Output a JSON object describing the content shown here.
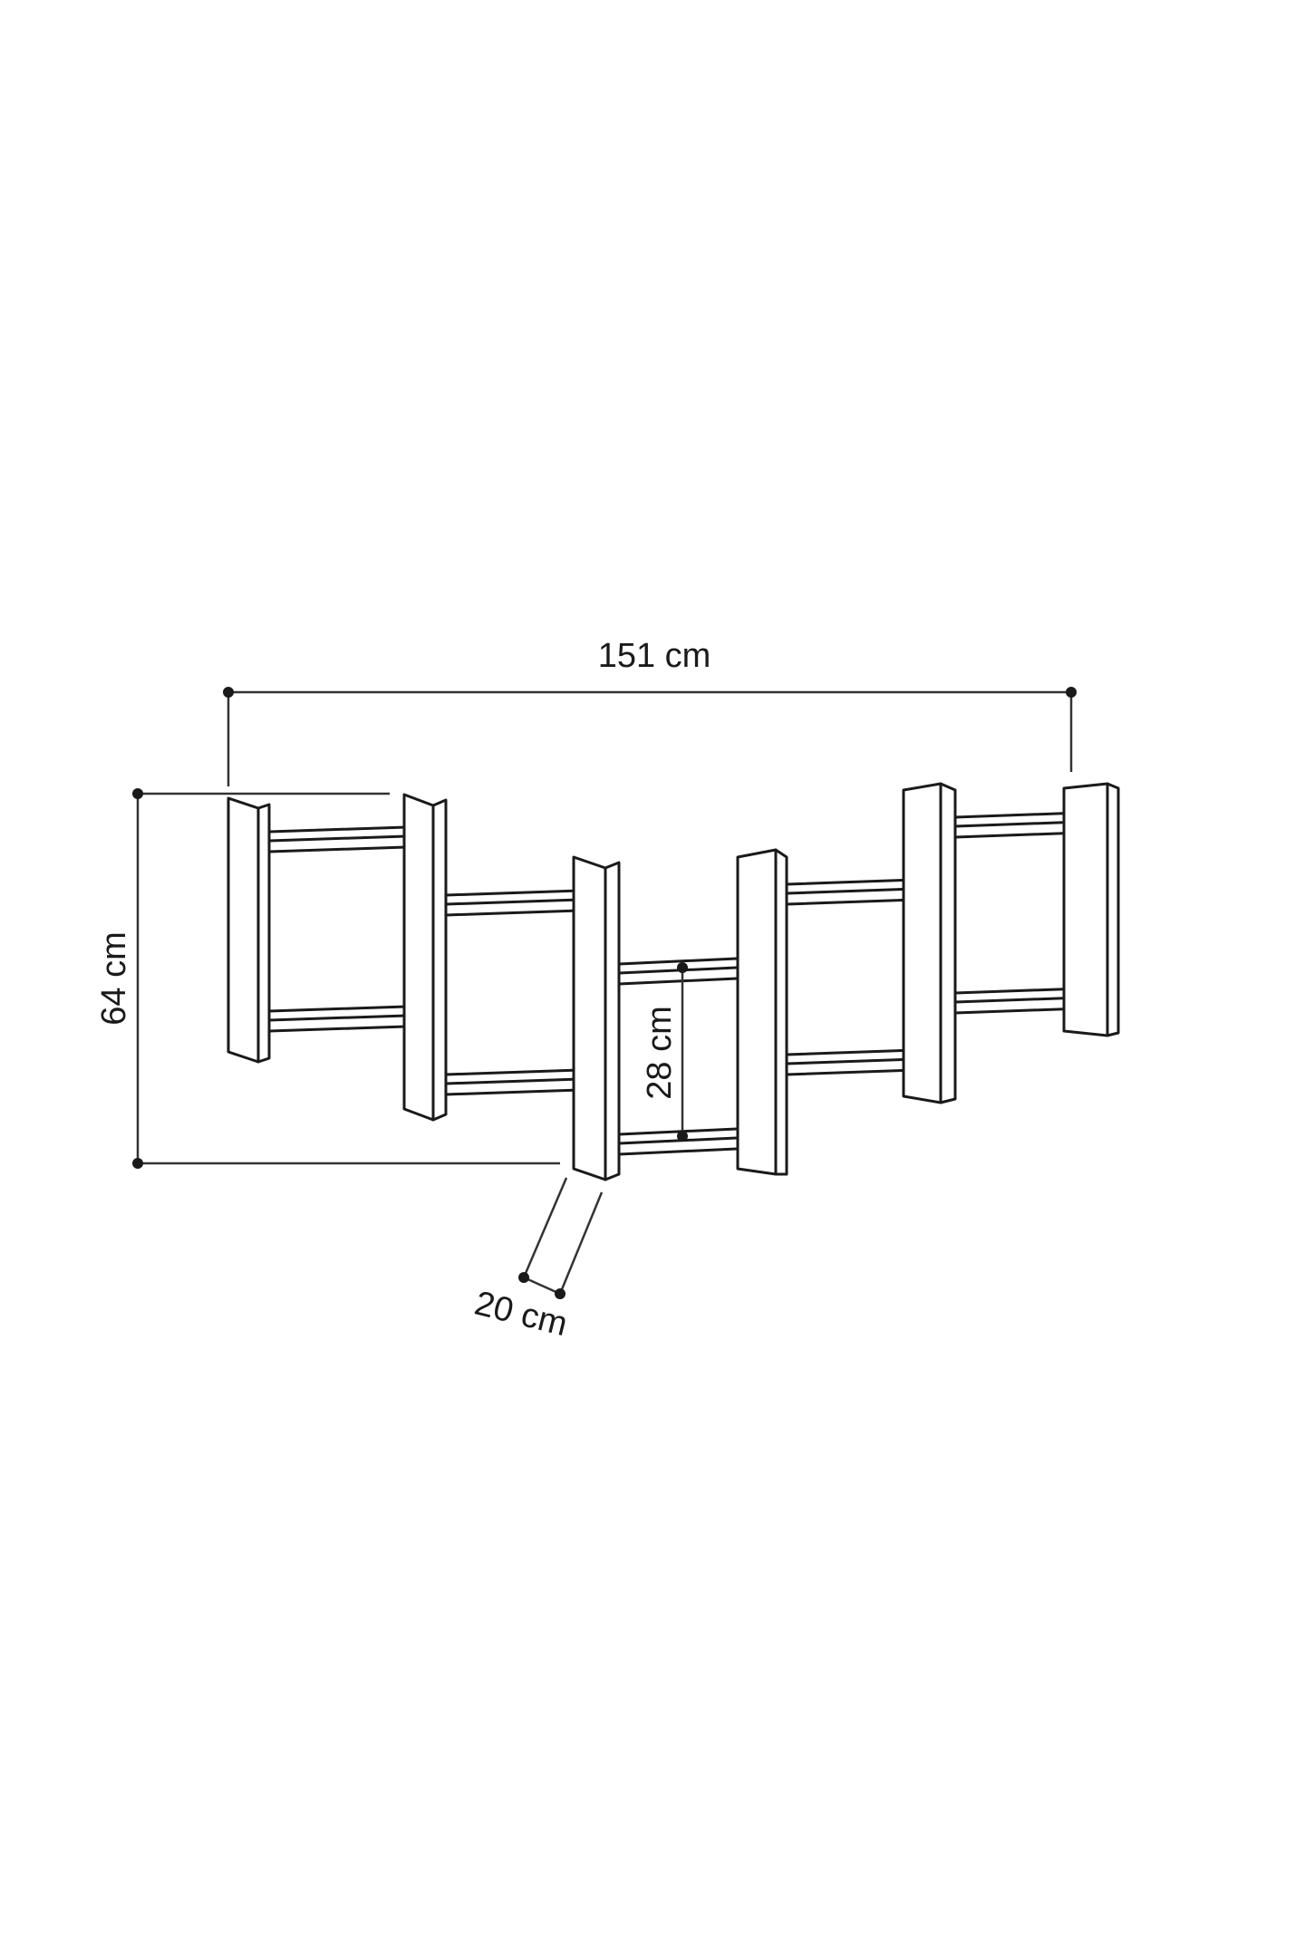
{
  "dimensions": {
    "width_label": "151 cm",
    "height_label": "64 cm",
    "shelf_gap_label": "28 cm",
    "depth_label": "20 cm"
  },
  "colors": {
    "line": "#1a1a1a",
    "dim_line": "#333333",
    "fill": "#ffffff"
  }
}
